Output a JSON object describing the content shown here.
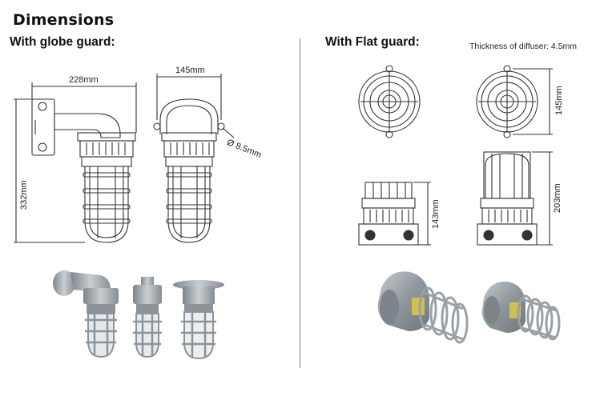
{
  "heading": "Dimensions",
  "left": {
    "subtitle": "With globe guard:",
    "dims": {
      "width_side": "228mm",
      "width_front": "145mm",
      "height": "332mm",
      "hole": "Ø 8.5mm"
    }
  },
  "right": {
    "subtitle": "With Flat guard:",
    "note": "Thickness of diffuser: 4.5mm",
    "dims": {
      "top_height": "145mm",
      "front_left_height": "143mm",
      "front_right_height": "203mm"
    }
  },
  "colors": {
    "line": "#333333",
    "photo_body": "#9aa1a6",
    "accent_yellow": "#d9c94a"
  }
}
